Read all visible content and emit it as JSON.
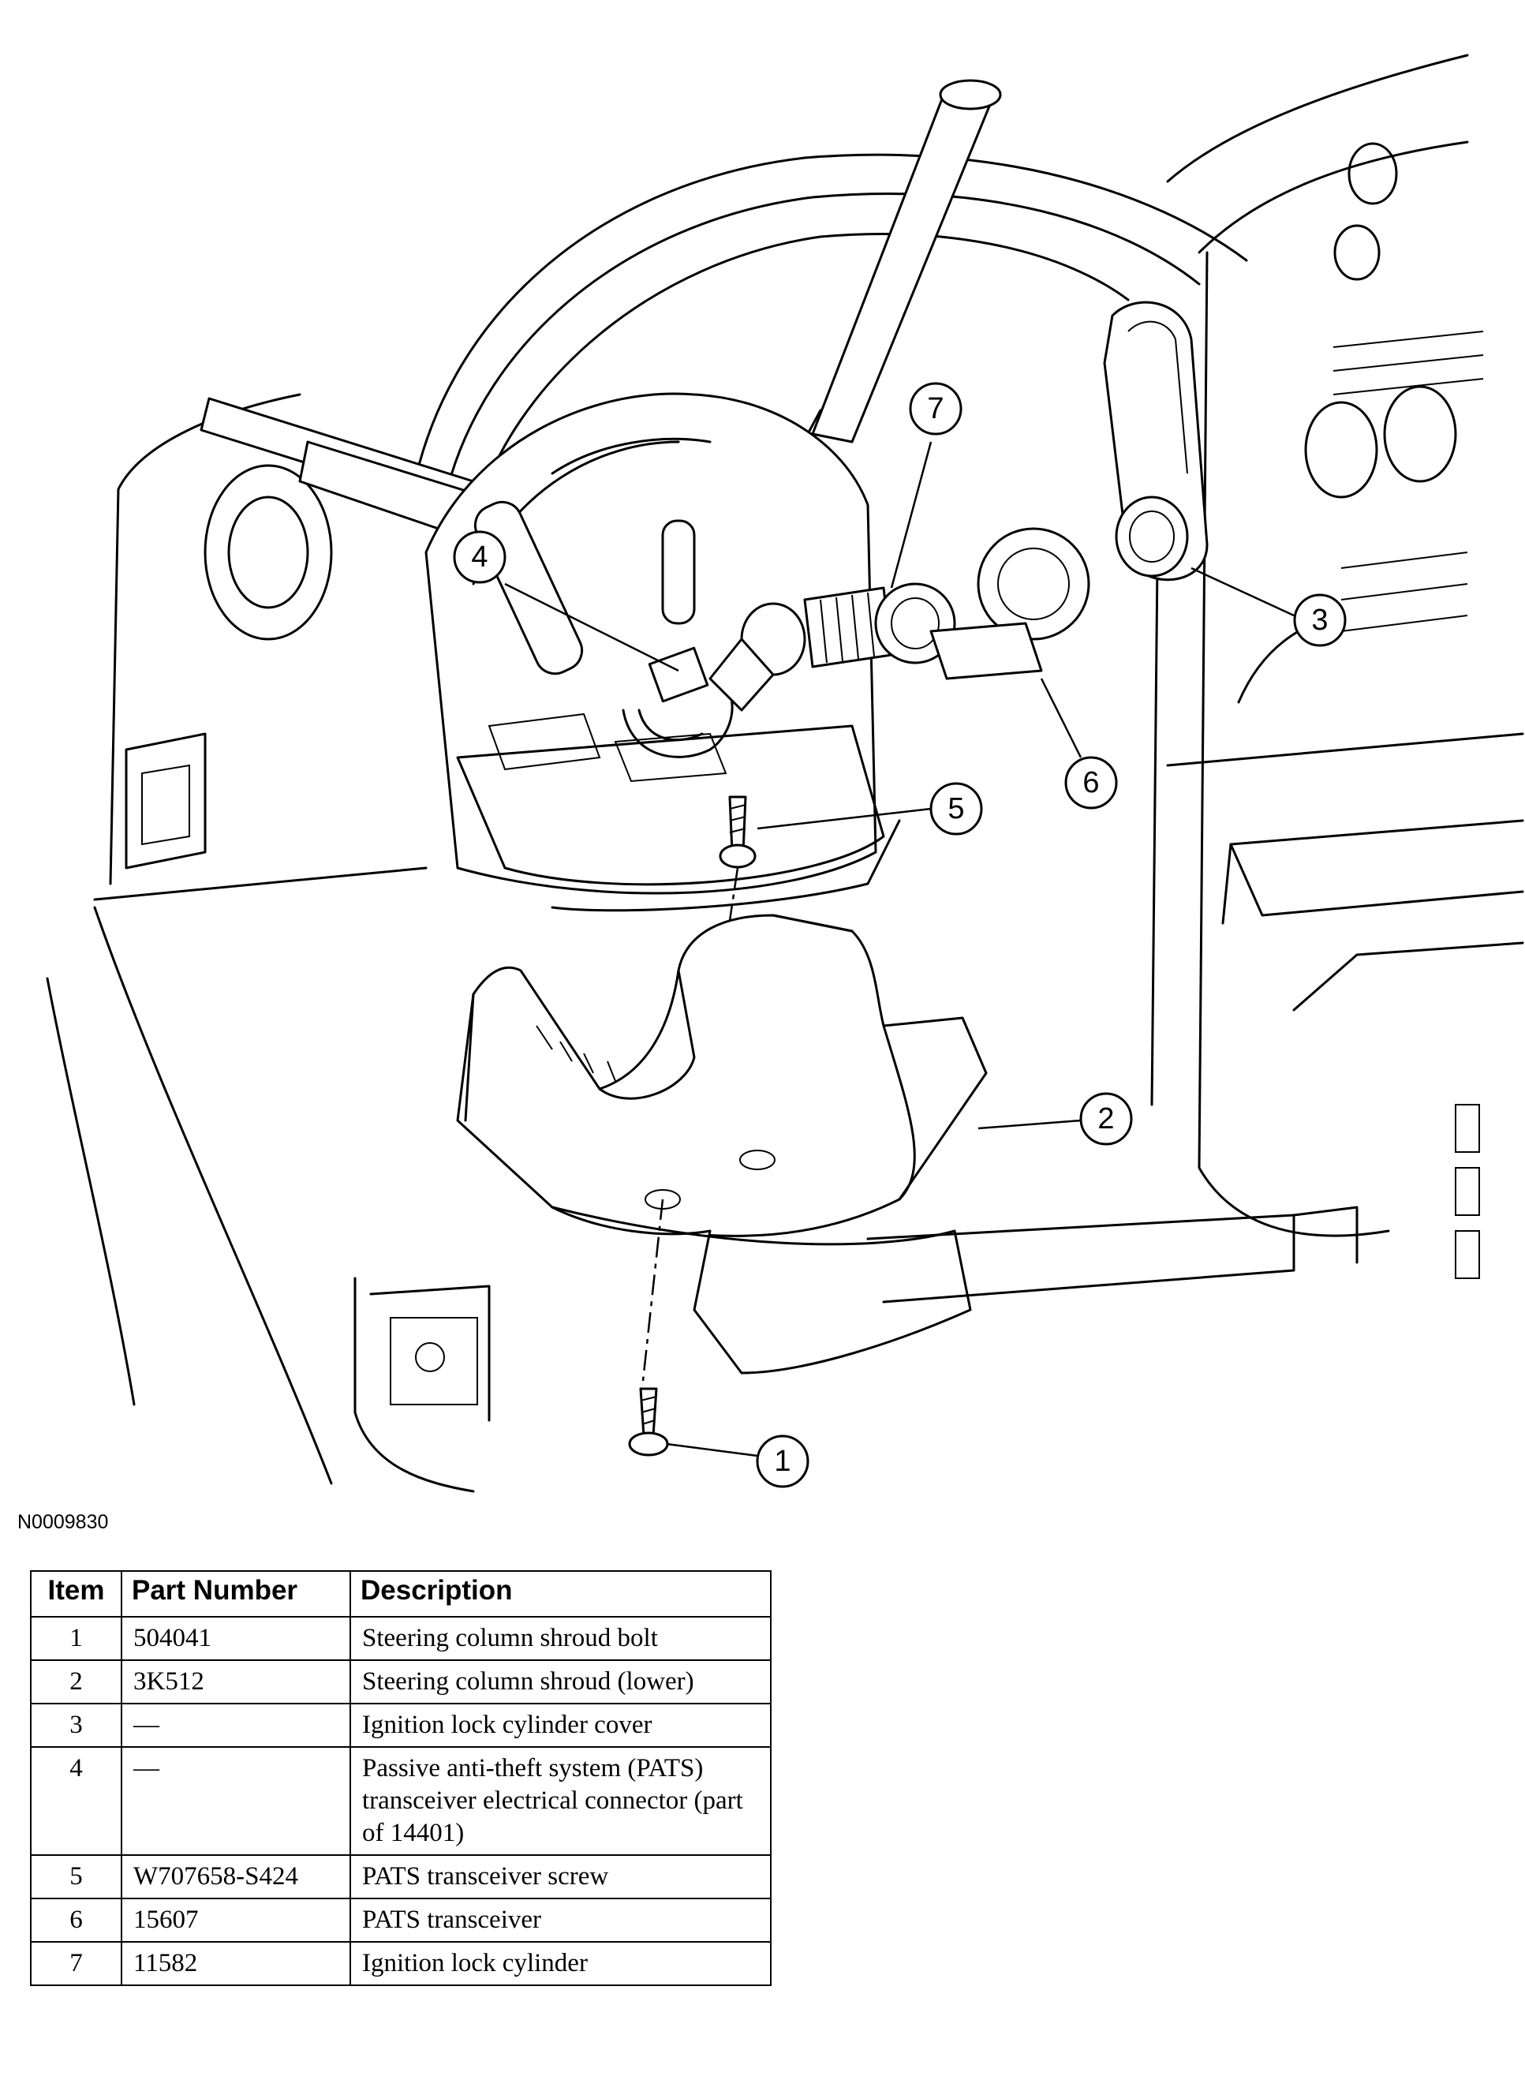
{
  "figure": {
    "id": "N0009830",
    "callouts": [
      "1",
      "2",
      "3",
      "4",
      "5",
      "6",
      "7"
    ]
  },
  "table": {
    "headers": {
      "item": "Item",
      "part_number": "Part Number",
      "description": "Description"
    },
    "rows": [
      {
        "item": "1",
        "part_number": "504041",
        "description": "Steering column shroud bolt"
      },
      {
        "item": "2",
        "part_number": "3K512",
        "description": "Steering column shroud (lower)"
      },
      {
        "item": "3",
        "part_number": "—",
        "description": "Ignition lock cylinder cover"
      },
      {
        "item": "4",
        "part_number": "—",
        "description": "Passive anti-theft system (PATS) transceiver electrical connector (part of 14401)"
      },
      {
        "item": "5",
        "part_number": "W707658-S424",
        "description": "PATS transceiver screw"
      },
      {
        "item": "6",
        "part_number": "15607",
        "description": "PATS transceiver"
      },
      {
        "item": "7",
        "part_number": "11582",
        "description": "Ignition lock cylinder"
      }
    ]
  }
}
